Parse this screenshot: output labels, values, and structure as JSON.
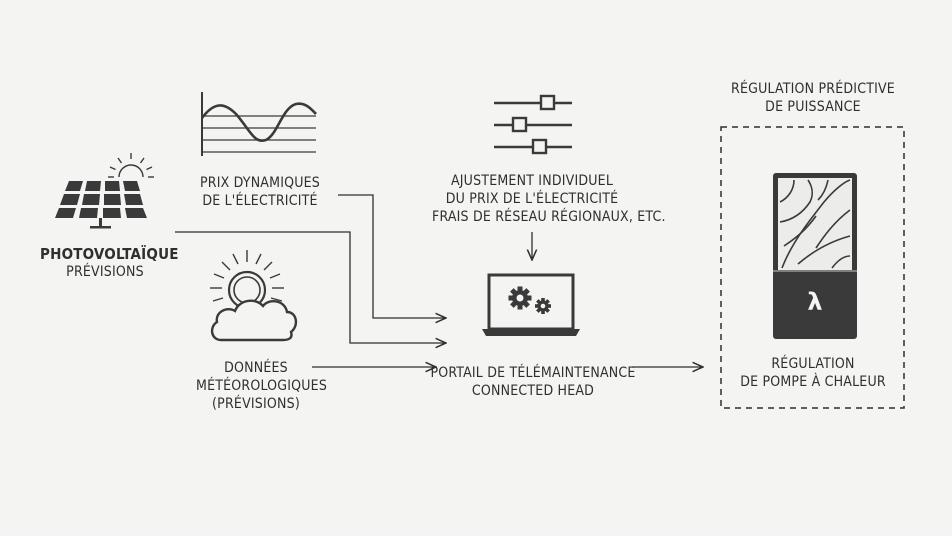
{
  "solar": {
    "title": "PHOTOVOLTAÏQUE",
    "subtitle": "PRÉVISIONS"
  },
  "prices": {
    "line1": "PRIX DYNAMIQUES",
    "line2": "DE L'ÉLECTRICITÉ"
  },
  "weather": {
    "line1": "DONNÉES",
    "line2": "MÉTÉOROLOGIQUES",
    "line3": "(PRÉVISIONS)"
  },
  "adjustment": {
    "line1": "AJUSTEMENT INDIVIDUEL",
    "line2": "DU PRIX DE L'ÉLECTRICITÉ",
    "line3": "FRAIS DE RÉSEAU RÉGIONAUX, ETC."
  },
  "portal": {
    "line1": "PORTAIL DE TÉLÉMAINTENANCE",
    "line2": "CONNECTED HEAD"
  },
  "regulation_box": {
    "line1": "RÉGULATION PRÉDICTIVE",
    "line2": "DE PUISSANCE"
  },
  "heatpump": {
    "line1": "RÉGULATION",
    "line2": "DE POMPE À CHALEUR",
    "symbol": "λ"
  },
  "colors": {
    "ink": "#2f2f2f",
    "background": "#f4f4f2",
    "device": "#3a3a3a"
  }
}
